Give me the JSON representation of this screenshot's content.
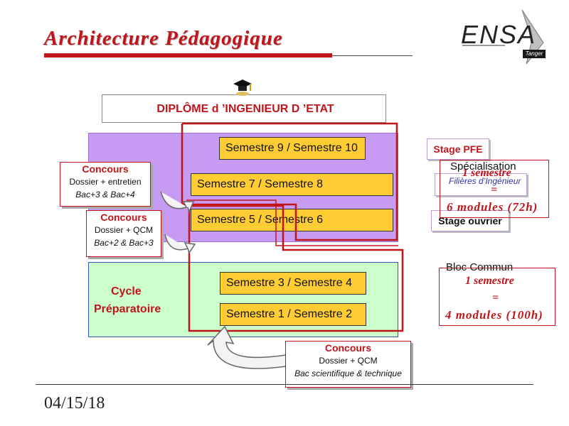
{
  "header": {
    "title": "Architecture Pédagogique",
    "logo_text": "ENSA",
    "logo_tag": "Tanger"
  },
  "diploma": {
    "label": "DIPLÔME d ’INGENIEUR D ’ETAT"
  },
  "semesters": {
    "s910": "Semestre 9 / Semestre 10",
    "s78": "Semestre 7 / Semestre 8",
    "s56": "Semestre 5 / Semestre 6",
    "s34": "Semestre 3  /  Semestre 4",
    "s12": "Semestre 1  /  Semestre 2"
  },
  "cycle": {
    "line1": "Cycle",
    "line2": "Préparatoire"
  },
  "concours": [
    {
      "title": "Concours",
      "line1": "Dossier + entretien",
      "line2": "Bac+3 & Bac+4"
    },
    {
      "title": "Concours",
      "line1": "Dossier + QCM",
      "line2": "Bac+2 & Bac+3"
    },
    {
      "title": "Concours",
      "line1": "Dossier + QCM",
      "line2": "Bac scientifique & technique"
    }
  ],
  "right": {
    "stage_pfe": "Stage PFE",
    "stage_ouvrier": "Stage ouvrier",
    "specialisation": "Spécialisation",
    "filieres": "Filières d’Ingénieur",
    "spec_semestre": "1 semestre",
    "spec_eq": "=",
    "spec_modules": "6 modules (72h)",
    "bloc_commun": "Bloc Commun",
    "bloc_semestre": "1 semestre",
    "bloc_eq": "=",
    "bloc_modules": "4 modules (100h)"
  },
  "footer": {
    "date": "04/15/18"
  },
  "colors": {
    "accent": "#c0151b",
    "semester": "#ffcc33",
    "purple": "#c79bf2",
    "green": "#ccffcc"
  }
}
